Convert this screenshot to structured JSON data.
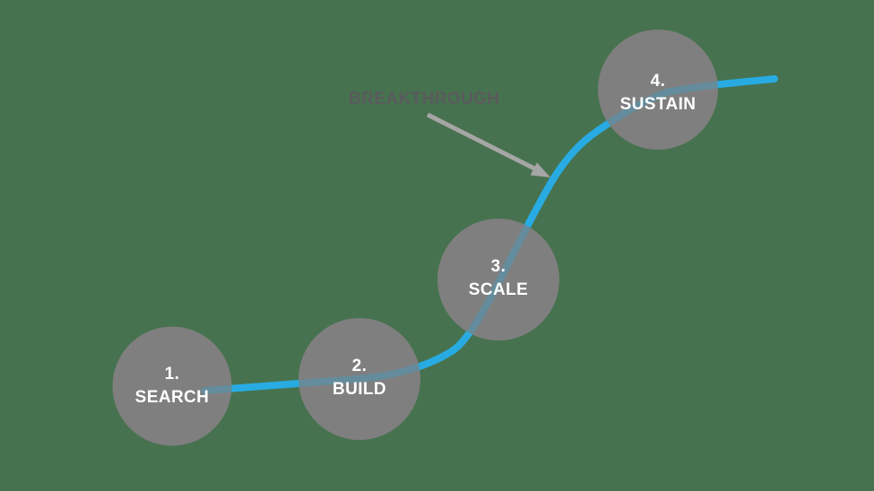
{
  "colors": {
    "background": "#47724F",
    "circle": "#7F7F7F",
    "circle_text": "#FFFFFF",
    "curve": "#29ABE2",
    "arrow": "#A6A6A6",
    "annotation_text": "#5A5B5D"
  },
  "stages": [
    {
      "number": "1.",
      "label": "SEARCH"
    },
    {
      "number": "2.",
      "label": "BUILD"
    },
    {
      "number": "3.",
      "label": "SCALE"
    },
    {
      "number": "4.",
      "label": "SUSTAIN"
    }
  ],
  "annotation": {
    "label": "BREAKTHROUGH"
  },
  "chart_data": {
    "type": "line",
    "title": "",
    "description_shape": "s-curve rising left-to-right",
    "stages_along_curve": [
      "1. SEARCH",
      "2. BUILD",
      "3. SCALE",
      "4. SUSTAIN"
    ],
    "annotations": [
      {
        "text": "BREAKTHROUGH",
        "points_to": "steep section of curve between SCALE and SUSTAIN"
      }
    ]
  }
}
